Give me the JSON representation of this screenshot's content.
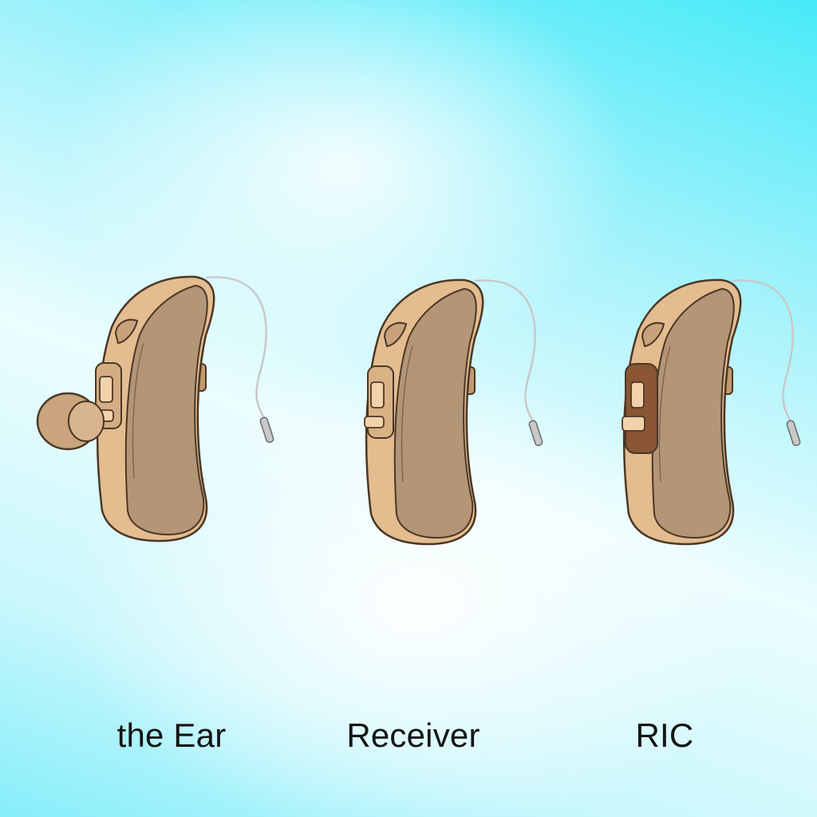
{
  "labels": {
    "device_1": "the Ear",
    "device_2": "Receiver",
    "device_3": "RIC"
  },
  "colors": {
    "outer_shell": "#e3bc8f",
    "inner_panel": "#b39577",
    "outline": "#4a3726",
    "button_light": "#f2d2ab",
    "button_dark": "#8a5634",
    "wire": "#c8c8c8",
    "dome": "#d8b58e"
  },
  "devices": [
    {
      "label_key": "device_1",
      "has_ear_dome": true,
      "accent_button": false
    },
    {
      "label_key": "device_2",
      "has_ear_dome": false,
      "accent_button": false
    },
    {
      "label_key": "device_3",
      "has_ear_dome": false,
      "accent_button": true
    }
  ]
}
